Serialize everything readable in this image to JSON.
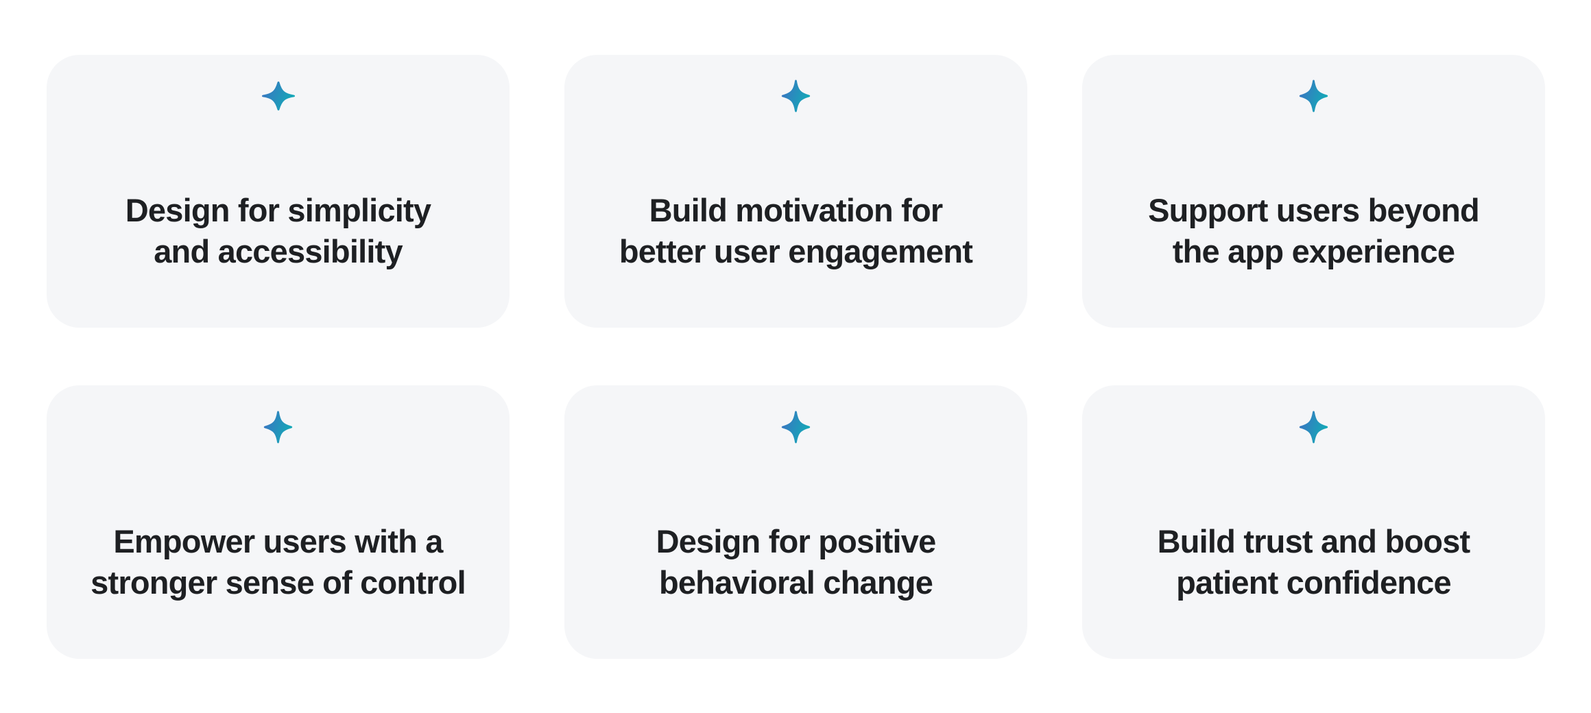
{
  "page": {
    "background": "#ffffff"
  },
  "colors": {
    "card_bg": "#f5f6f8",
    "text": "#1e2023",
    "icon_gradient_start": "#3a74c2",
    "icon_gradient_end": "#14a9b7"
  },
  "cards": [
    {
      "icon": "sparkle-icon",
      "title_line1": "Design for simplicity",
      "title_line2": "and accessibility"
    },
    {
      "icon": "sparkle-icon",
      "title_line1": "Build motivation for",
      "title_line2": "better user engagement"
    },
    {
      "icon": "sparkle-icon",
      "title_line1": "Support users beyond",
      "title_line2": "the app experience"
    },
    {
      "icon": "sparkle-icon",
      "title_line1": "Empower users with a",
      "title_line2": "stronger sense of control"
    },
    {
      "icon": "sparkle-icon",
      "title_line1": "Design for positive",
      "title_line2": "behavioral change"
    },
    {
      "icon": "sparkle-icon",
      "title_line1": "Build trust and boost",
      "title_line2": "patient confidence"
    }
  ]
}
